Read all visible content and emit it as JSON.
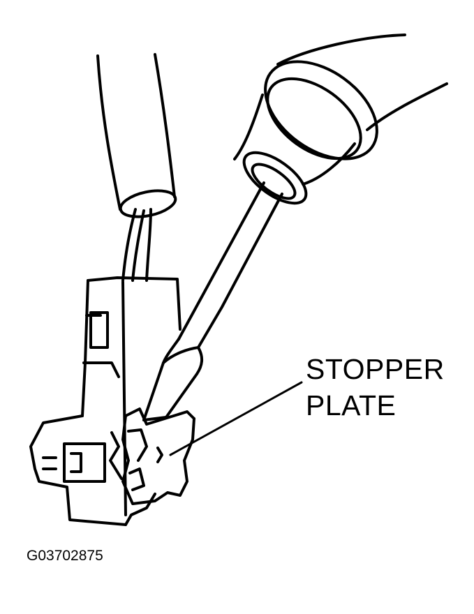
{
  "callout": {
    "line1": "STOPPER",
    "line2": "PLATE"
  },
  "figure_id": "G03702875",
  "colors": {
    "ink": "#000000",
    "paper": "#ffffff"
  }
}
